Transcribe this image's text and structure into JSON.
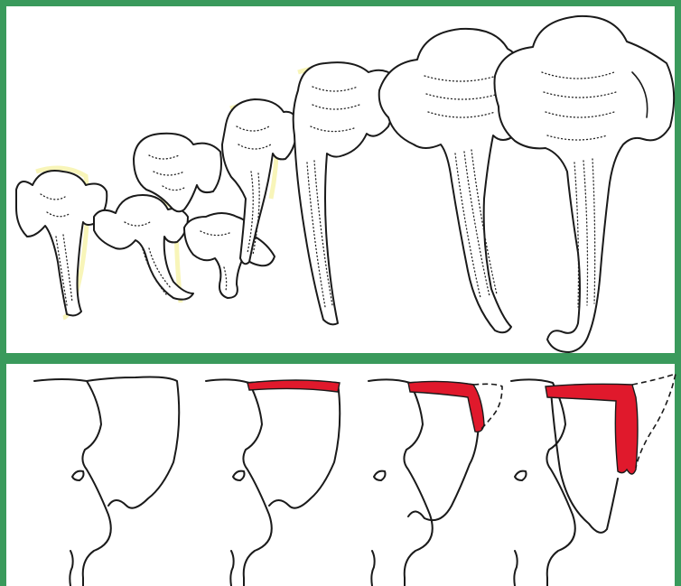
{
  "colors": {
    "frame_green": "#3a9a5c",
    "background": "#ffffff",
    "ink": "#1a1a1a",
    "highlight_red": "#e0192c",
    "halo_yellow": "#f6f3a8"
  },
  "top_panel": {
    "content": "elephant-head-growth-sequence",
    "head_count": 8
  },
  "bottom_panel": {
    "content": "ear-outline-sequence",
    "outline_count": 4,
    "highlight_stages": [
      "none",
      "top-edge",
      "top-edge-and-fold",
      "top-edge-and-long-fold"
    ]
  }
}
